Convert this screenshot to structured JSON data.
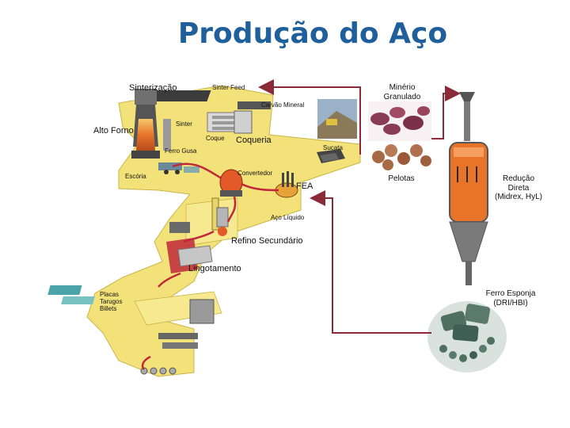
{
  "title": "Produção do Aço",
  "labels": {
    "sinterizacao": "Sinterização",
    "sinter_feed": "Sinter Feed",
    "carvao_mineral": "Carvão Mineral",
    "sinter": "Sinter",
    "alto_forno": "Alto Forno",
    "coque": "Coque",
    "coqueria": "Coqueria",
    "ferro_gusa": "Ferro Gusa",
    "sucata": "Sucata",
    "escoria": "Escória",
    "convertedor": "Convertedor",
    "fea": "FEA",
    "aco_liquido": "Aço Líquido",
    "refino_secundario": "Refino Secundário",
    "lingotamento": "Lingotamento",
    "placas": "Placas",
    "tarugos": "Tarugos",
    "billets": "Billets",
    "minerio_line1": "Minério",
    "minerio_line2": "Granulado",
    "pelotas": "Pelotas",
    "reducao_line1": "Redução",
    "reducao_line2": "Direta",
    "reducao_line3": "(Midrex, HyL)",
    "ferro_esponja_line1": "Ferro Esponja",
    "ferro_esponja_line2": "(DRI/HBI)"
  },
  "colors": {
    "title": "#1f5f9c",
    "floor": "#f3e27a",
    "arrow": "#8b2b3a",
    "flow": "#c0283a",
    "furnace": "#e8742a",
    "ore": "#8a3b55",
    "pellet": "#a86a45",
    "sponge": "#4f6f62"
  }
}
